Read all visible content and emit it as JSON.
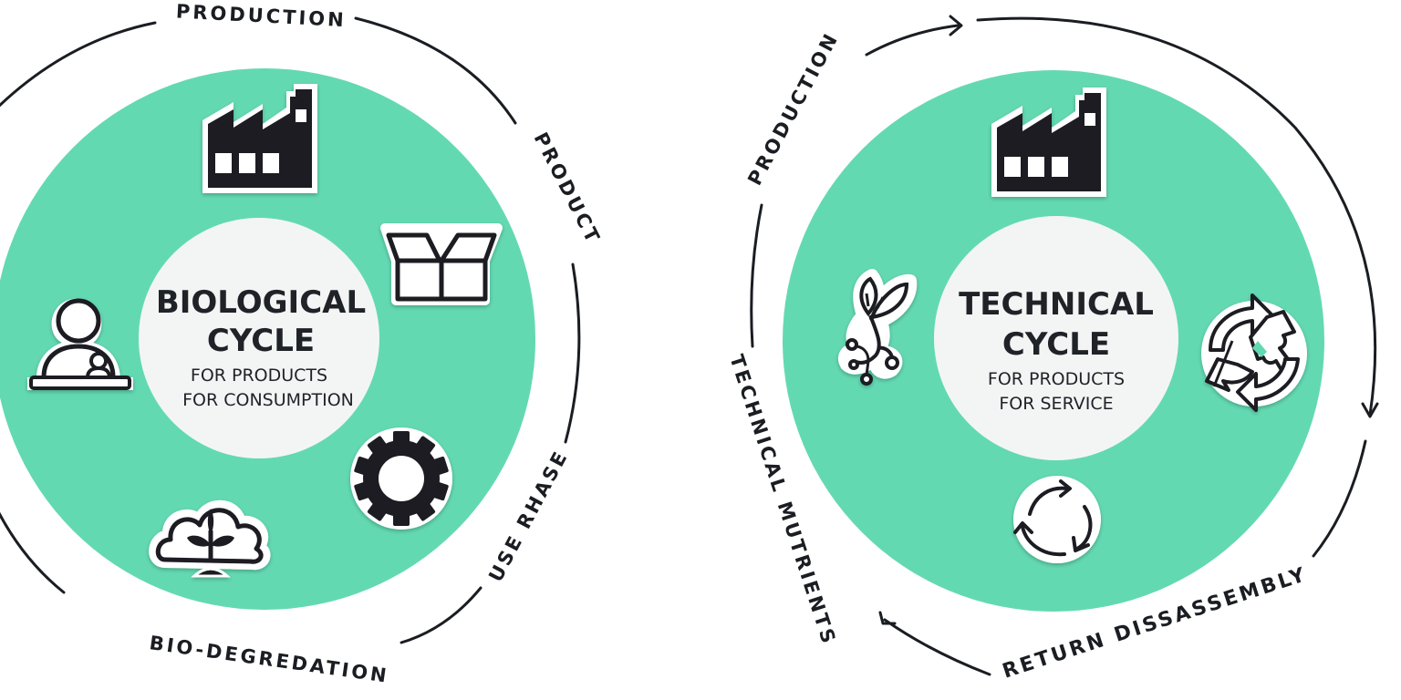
{
  "colors": {
    "disc": "#63d9b2",
    "inner": "#f3f5f4",
    "ink": "#1a1d22",
    "sticker": "#ffffff"
  },
  "biological": {
    "title_line1": "BIOLOGICAL",
    "title_line2": "CYCLE",
    "sub_line1": "FOR PRODUCTS",
    "sub_line2": "FOR CONSUMPTION",
    "labels": {
      "production": "PRODUCTION",
      "product": "PRODUCT",
      "use_phase": "USE RHASE",
      "bio_degradation": "BIO-DEGREDATION"
    },
    "icons": [
      "factory-icon",
      "box-icon",
      "gear-icon",
      "plant-cloud-icon",
      "person-desk-icon"
    ]
  },
  "technical": {
    "title_line1": "TECHNICAL",
    "title_line2": "CYCLE",
    "sub_line1": "FOR PRODUCTS",
    "sub_line2": "FOR SERVICE",
    "labels": {
      "production": "PRODUCTION",
      "technical_nutrients": "TECHNICAL MUTRIENTS",
      "return_disassembly": "RETURN DISSASSEMBLY"
    },
    "icons": [
      "factory-icon",
      "recycle-puzzle-icon",
      "recycle-icon",
      "leaf-sprout-icon"
    ]
  }
}
